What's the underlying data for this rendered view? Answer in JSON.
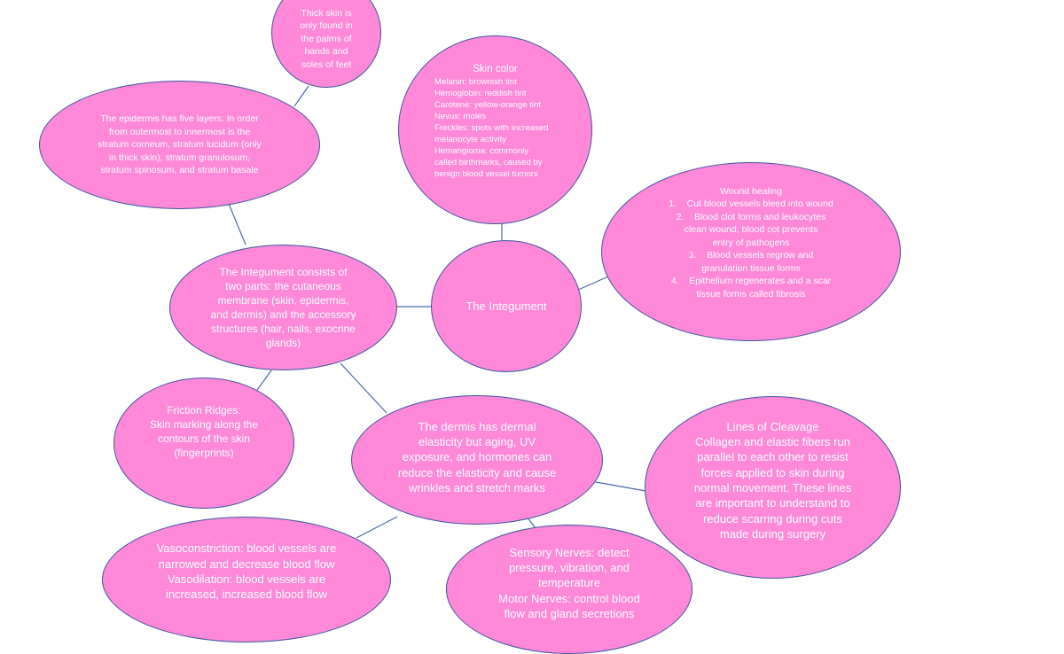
{
  "colors": {
    "node_fill": "#ff88d8",
    "node_border": "#3a55a0",
    "text": "#ffffff",
    "connector": "#4a68b0"
  },
  "nodes": {
    "center": {
      "lines": [
        "The Integument"
      ]
    },
    "thick_skin": {
      "lines": [
        "Thick skin is",
        "only found in",
        "the palms of",
        "hands and",
        "soles of feet"
      ]
    },
    "epidermis": {
      "lines": [
        "The epidermis has five layers. In order",
        "from outermost to innermost is the",
        "stratum corneum, stratum lucidum (only",
        "in thick skin), stratum granulosum,",
        "stratum spinosum, and stratum basale"
      ]
    },
    "skin_color": {
      "title": "Skin color",
      "lines": [
        "Melanin: brownish tint",
        "Hemoglobin: reddish tint",
        "Carotene: yellow-orange tint",
        "Nevus: moles",
        "Freckles: spots with increased",
        "melanocyte activity",
        "Hemangioma: commonly",
        "called birthmarks, caused by",
        "benign blood vessel tumors"
      ]
    },
    "wound_healing": {
      "lines": [
        "Wound healing",
        "1.    Cut blood vessels bleed into wound",
        "2.    Blood clot forms and leukocytes",
        "clean wound, blood cot prevents",
        "entry of pathogens",
        "3.    Blood vessels regrow and",
        "granulation tissue forms",
        "4.    Epithelium regenerates and a scar",
        "tissue forms called fibrosis"
      ]
    },
    "integument_parts": {
      "lines": [
        "The Integument consists of",
        "two parts: the cutaneous",
        "membrane (skin, epidermis,",
        "and dermis) and the accessory",
        "structures (hair, nails, exocrine",
        "glands)"
      ]
    },
    "friction_ridges": {
      "lines": [
        "Friction Ridges:",
        "Skin marking along the",
        "contours of the skin",
        "(fingerprints)"
      ]
    },
    "dermis": {
      "lines": [
        "The dermis has dermal",
        "elasticity but aging, UV",
        "exposure, and hormones can",
        "reduce the elasticity and cause",
        "wrinkles and stretch marks"
      ]
    },
    "cleavage": {
      "lines": [
        "Lines of Cleavage",
        "Collagen and elastic fibers run",
        "parallel to each other to resist",
        "forces applied to skin during",
        "normal movement. These lines",
        "are important to understand to",
        "reduce scarring during cuts",
        "made during surgery"
      ]
    },
    "vaso": {
      "lines": [
        "Vasoconstriction: blood vessels are",
        "narrowed and decrease blood flow",
        "Vasodilation: blood vessels are",
        "increased, increased blood flow"
      ]
    },
    "nerves": {
      "lines": [
        "Sensory Nerves: detect",
        "pressure, vibration, and",
        "temperature",
        "Motor Nerves: control blood",
        "flow and gland secretions"
      ]
    }
  }
}
